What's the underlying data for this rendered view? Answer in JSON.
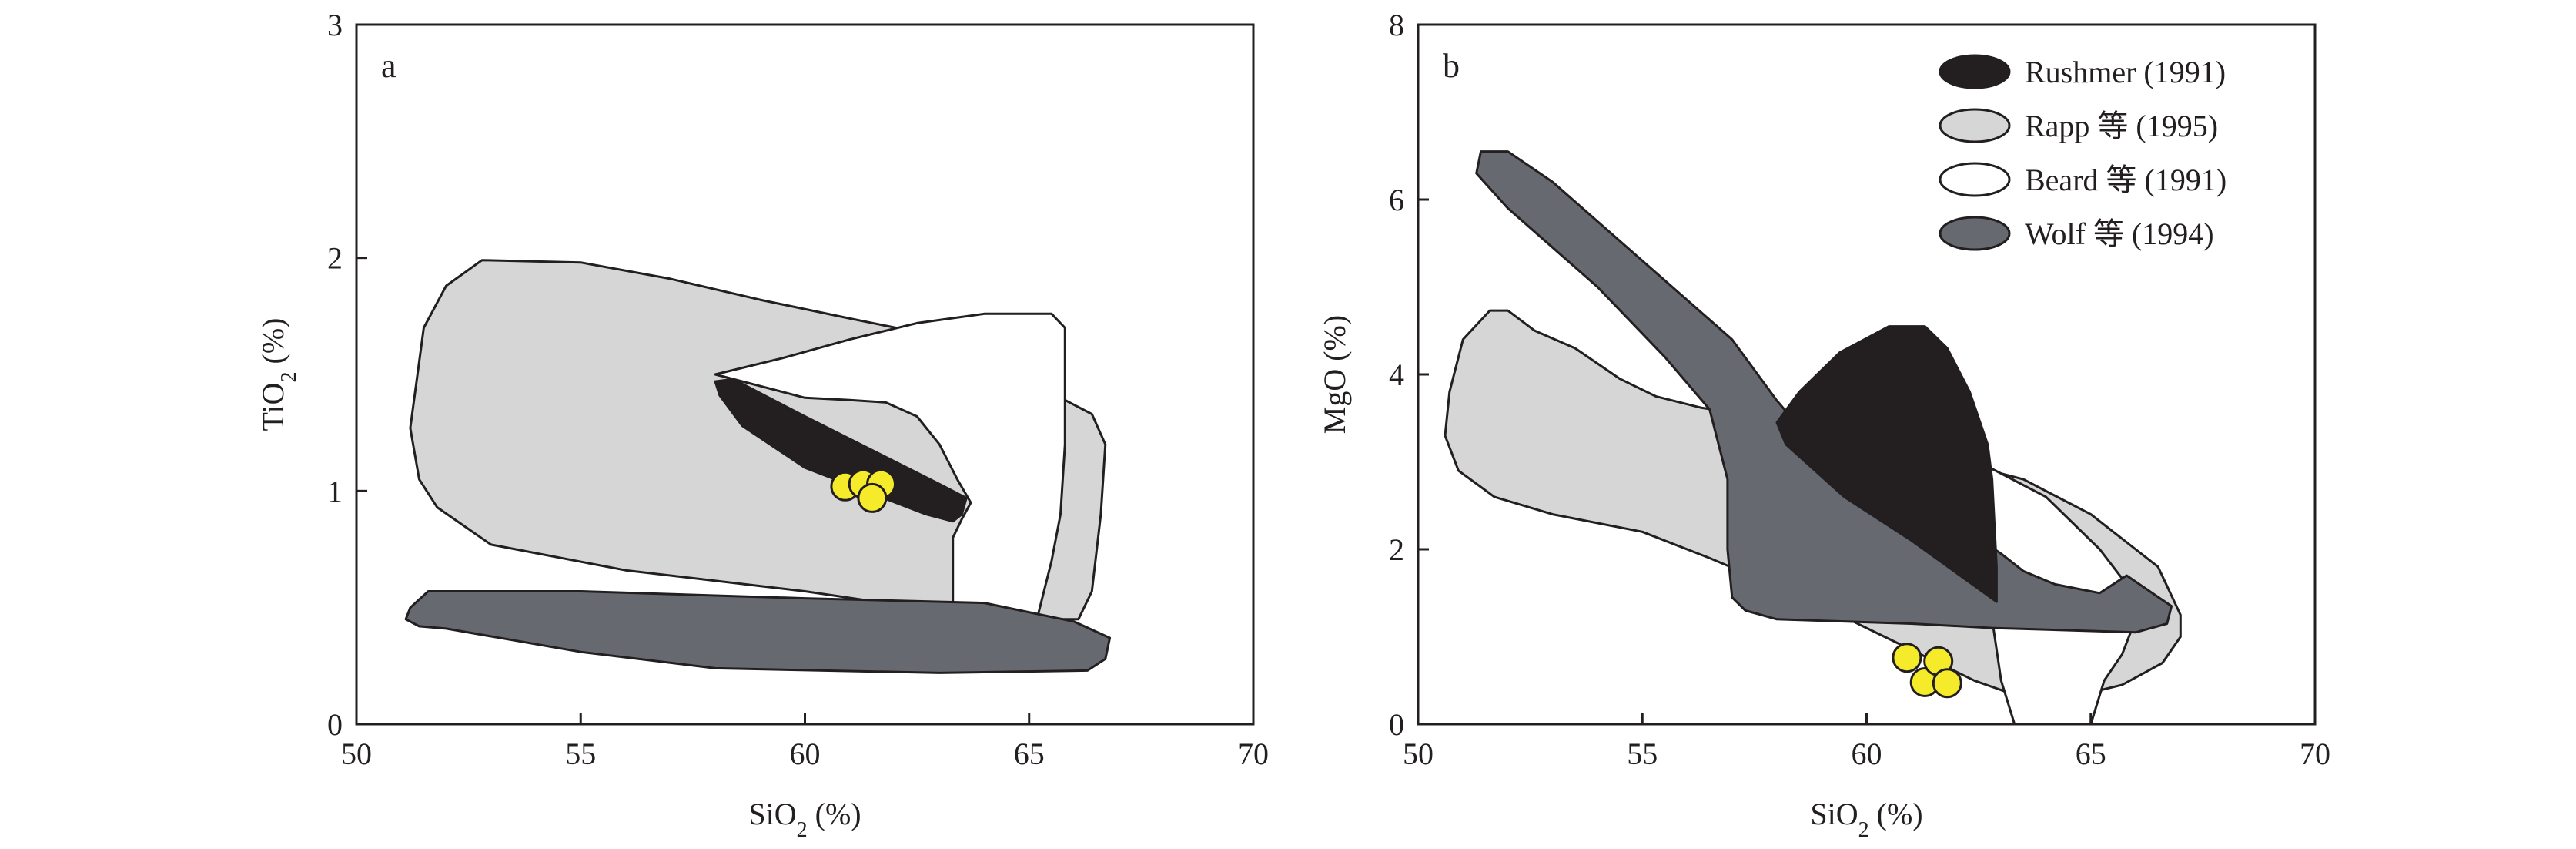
{
  "chart_data": [
    {
      "panel": "a",
      "type": "scatter",
      "xlabel": {
        "prefix": "SiO",
        "sub": "2",
        "suffix": " (%)"
      },
      "ylabel": {
        "prefix": "TiO",
        "sub": "2",
        "suffix": " (%)"
      },
      "xlim": [
        50,
        70
      ],
      "ylim": [
        0,
        3
      ],
      "xticks": [
        50,
        55,
        60,
        65,
        70
      ],
      "yticks": [
        0,
        1,
        2,
        3
      ],
      "regions": [
        {
          "series": "Rapp",
          "points": [
            [
              51.2,
              1.27
            ],
            [
              51.5,
              1.7
            ],
            [
              52.0,
              1.88
            ],
            [
              52.8,
              1.99
            ],
            [
              55.0,
              1.98
            ],
            [
              57.0,
              1.91
            ],
            [
              59.0,
              1.82
            ],
            [
              61.0,
              1.74
            ],
            [
              62.8,
              1.67
            ],
            [
              64.0,
              1.55
            ],
            [
              65.5,
              1.42
            ],
            [
              66.4,
              1.33
            ],
            [
              66.7,
              1.2
            ],
            [
              66.6,
              0.9
            ],
            [
              66.4,
              0.57
            ],
            [
              66.1,
              0.45
            ],
            [
              65.6,
              0.45
            ],
            [
              63.2,
              0.48
            ],
            [
              60.0,
              0.57
            ],
            [
              56.0,
              0.66
            ],
            [
              53.0,
              0.77
            ],
            [
              51.8,
              0.93
            ],
            [
              51.4,
              1.05
            ]
          ]
        },
        {
          "series": "Beard",
          "points": [
            [
              58.0,
              1.5
            ],
            [
              59.5,
              1.57
            ],
            [
              61.0,
              1.65
            ],
            [
              62.5,
              1.72
            ],
            [
              64.0,
              1.76
            ],
            [
              65.5,
              1.76
            ],
            [
              65.8,
              1.7
            ],
            [
              65.8,
              1.2
            ],
            [
              65.7,
              0.9
            ],
            [
              65.5,
              0.7
            ],
            [
              65.2,
              0.47
            ],
            [
              63.3,
              0.46
            ],
            [
              63.3,
              0.8
            ],
            [
              63.5,
              0.88
            ],
            [
              63.7,
              0.95
            ],
            [
              63.4,
              1.05
            ],
            [
              63.0,
              1.2
            ],
            [
              62.5,
              1.32
            ],
            [
              61.8,
              1.38
            ],
            [
              61.0,
              1.39
            ],
            [
              60.0,
              1.4
            ],
            [
              59.0,
              1.45
            ]
          ]
        },
        {
          "series": "Rushmer",
          "points": [
            [
              58.0,
              1.47
            ],
            [
              58.4,
              1.48
            ],
            [
              60.0,
              1.32
            ],
            [
              63.0,
              1.03
            ],
            [
              63.6,
              0.97
            ],
            [
              63.5,
              0.9
            ],
            [
              63.3,
              0.87
            ],
            [
              62.7,
              0.9
            ],
            [
              60.0,
              1.1
            ],
            [
              58.6,
              1.28
            ],
            [
              58.1,
              1.41
            ]
          ]
        },
        {
          "series": "Wolf",
          "points": [
            [
              51.2,
              0.5
            ],
            [
              51.6,
              0.57
            ],
            [
              55.0,
              0.57
            ],
            [
              60.0,
              0.54
            ],
            [
              64.0,
              0.52
            ],
            [
              66.0,
              0.44
            ],
            [
              66.8,
              0.37
            ],
            [
              66.7,
              0.28
            ],
            [
              66.3,
              0.23
            ],
            [
              63.0,
              0.22
            ],
            [
              58.0,
              0.24
            ],
            [
              55.0,
              0.31
            ],
            [
              52.0,
              0.41
            ],
            [
              51.4,
              0.42
            ],
            [
              51.1,
              0.45
            ]
          ]
        }
      ],
      "samples": [
        [
          60.9,
          1.02
        ],
        [
          61.3,
          1.03
        ],
        [
          61.7,
          1.03
        ],
        [
          61.5,
          0.97
        ]
      ]
    },
    {
      "panel": "b",
      "type": "scatter",
      "xlabel": {
        "prefix": "SiO",
        "sub": "2",
        "suffix": " (%)"
      },
      "ylabel": {
        "prefix": "MgO (%)",
        "sub": "",
        "suffix": ""
      },
      "xlim": [
        50,
        70
      ],
      "ylim": [
        0,
        8
      ],
      "xticks": [
        50,
        55,
        60,
        65,
        70
      ],
      "yticks": [
        0,
        2,
        4,
        6,
        8
      ],
      "regions": [
        {
          "series": "Rapp",
          "points": [
            [
              50.7,
              3.8
            ],
            [
              51.0,
              4.4
            ],
            [
              51.6,
              4.73
            ],
            [
              52.0,
              4.73
            ],
            [
              52.6,
              4.5
            ],
            [
              53.5,
              4.3
            ],
            [
              54.5,
              3.95
            ],
            [
              55.3,
              3.75
            ],
            [
              56.3,
              3.62
            ],
            [
              57.2,
              3.55
            ],
            [
              58.5,
              3.48
            ],
            [
              62.0,
              3.0
            ],
            [
              63.5,
              2.8
            ],
            [
              65.0,
              2.4
            ],
            [
              66.5,
              1.8
            ],
            [
              67.0,
              1.25
            ],
            [
              67.0,
              1.0
            ],
            [
              66.6,
              0.7
            ],
            [
              65.7,
              0.45
            ],
            [
              64.5,
              0.3
            ],
            [
              63.5,
              0.3
            ],
            [
              62.4,
              0.5
            ],
            [
              61.0,
              0.85
            ],
            [
              58.8,
              1.4
            ],
            [
              56.5,
              1.9
            ],
            [
              55.0,
              2.2
            ],
            [
              53.0,
              2.4
            ],
            [
              51.7,
              2.6
            ],
            [
              50.9,
              2.9
            ],
            [
              50.6,
              3.3
            ]
          ]
        },
        {
          "series": "Beard",
          "points": [
            [
              62.5,
              3.0
            ],
            [
              64.0,
              2.6
            ],
            [
              65.2,
              2.0
            ],
            [
              65.8,
              1.6
            ],
            [
              66.0,
              1.2
            ],
            [
              65.7,
              0.8
            ],
            [
              65.3,
              0.5
            ],
            [
              65.0,
              0.0
            ],
            [
              63.3,
              0.0
            ],
            [
              63.0,
              0.5
            ],
            [
              62.8,
              1.2
            ],
            [
              62.6,
              2.2
            ]
          ]
        },
        {
          "series": "Wolf",
          "points": [
            [
              51.4,
              6.55
            ],
            [
              52.0,
              6.55
            ],
            [
              53.0,
              6.2
            ],
            [
              55.0,
              5.3
            ],
            [
              57.0,
              4.4
            ],
            [
              58.0,
              3.7
            ],
            [
              59.0,
              3.1
            ],
            [
              62.0,
              2.3
            ],
            [
              63.0,
              1.95
            ],
            [
              63.5,
              1.75
            ],
            [
              64.2,
              1.6
            ],
            [
              65.2,
              1.5
            ],
            [
              65.8,
              1.7
            ],
            [
              66.8,
              1.35
            ],
            [
              66.7,
              1.15
            ],
            [
              66.0,
              1.05
            ],
            [
              62.8,
              1.1
            ],
            [
              61.0,
              1.15
            ],
            [
              58.0,
              1.2
            ],
            [
              57.3,
              1.3
            ],
            [
              57.0,
              1.45
            ],
            [
              56.9,
              2.0
            ],
            [
              56.9,
              2.8
            ],
            [
              56.5,
              3.6
            ],
            [
              55.5,
              4.2
            ],
            [
              54.0,
              5.0
            ],
            [
              52.0,
              5.9
            ],
            [
              51.3,
              6.3
            ]
          ]
        },
        {
          "series": "Rushmer",
          "points": [
            [
              58.0,
              3.45
            ],
            [
              58.5,
              3.8
            ],
            [
              59.4,
              4.25
            ],
            [
              60.5,
              4.55
            ],
            [
              61.3,
              4.55
            ],
            [
              61.8,
              4.3
            ],
            [
              62.3,
              3.8
            ],
            [
              62.7,
              3.2
            ],
            [
              62.8,
              2.8
            ],
            [
              62.9,
              1.8
            ],
            [
              62.9,
              1.4
            ],
            [
              61.0,
              2.1
            ],
            [
              59.5,
              2.6
            ],
            [
              58.2,
              3.2
            ]
          ]
        }
      ],
      "samples": [
        [
          60.9,
          0.76
        ],
        [
          61.3,
          0.48
        ],
        [
          61.6,
          0.72
        ],
        [
          61.8,
          0.47
        ]
      ]
    }
  ],
  "legend": [
    {
      "key": "Rushmer",
      "label": "Rushmer (1991)"
    },
    {
      "key": "Rapp",
      "label": "Rapp 等 (1995)"
    },
    {
      "key": "Beard",
      "label": "Beard 等 (1991)"
    },
    {
      "key": "Wolf",
      "label": "Wolf 等 (1994)"
    }
  ],
  "colors": {
    "Rushmer": "#231f20",
    "Rapp": "#d6d6d6",
    "Beard": "#ffffff",
    "Wolf": "#666970",
    "sample_fill": "#f5eb2a",
    "stroke": "#231f20"
  }
}
